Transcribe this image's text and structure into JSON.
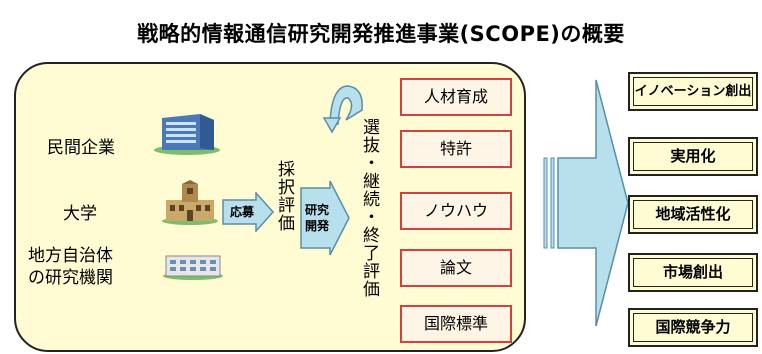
{
  "title": "戦略的情報通信研究開発推進事業(SCOPE)の概要",
  "inputs": [
    {
      "label": "民間企業",
      "icon": "office-building-icon"
    },
    {
      "label": "大学",
      "icon": "university-icon"
    },
    {
      "label": "地方自治体\nの研究機関",
      "icon": "research-institute-icon"
    }
  ],
  "process": {
    "apply": "応募",
    "adopt_eval": "採択評価",
    "rnd": "研究開発",
    "selection_eval": "選抜・継続・終了評価"
  },
  "outputs": [
    "人材育成",
    "特許",
    "ノウハウ",
    "論文",
    "国際標準"
  ],
  "results": [
    "イノベーション創出",
    "実用化",
    "地域活性化",
    "市場創出",
    "国際競争力"
  ],
  "colors": {
    "panel_bg": "#fffbd3",
    "output_border": "#d34040",
    "arrow_fill": "#b8e0ec",
    "arrow_stroke": "#5a8ea8"
  }
}
